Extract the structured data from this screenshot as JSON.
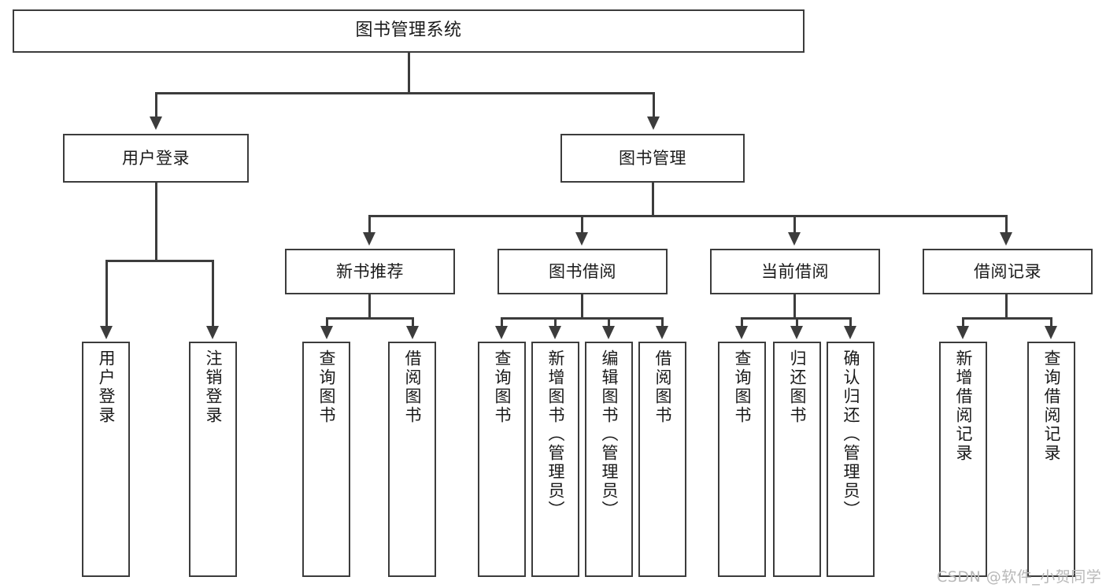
{
  "diagram": {
    "type": "tree",
    "title": "图书管理系统",
    "background_color": "#ffffff",
    "line_color": "#3c3c3c",
    "text_color": "#1a1a1a",
    "root": {
      "id": "root",
      "label": "图书管理系统"
    },
    "level2": [
      {
        "id": "user-login",
        "label": "用户登录"
      },
      {
        "id": "book-manage",
        "label": "图书管理"
      }
    ],
    "level3": [
      {
        "id": "new-book-rec",
        "label": "新书推荐"
      },
      {
        "id": "book-borrow",
        "label": "图书借阅"
      },
      {
        "id": "current-borrow",
        "label": "当前借阅"
      },
      {
        "id": "borrow-record",
        "label": "借阅记录"
      }
    ],
    "leaves": {
      "user_login": [
        {
          "id": "leaf-user-login",
          "label": "用户登录"
        },
        {
          "id": "leaf-user-logout",
          "label": "注销登录"
        }
      ],
      "new_book_rec": [
        {
          "id": "leaf-query-book-1",
          "label": "查询图书"
        },
        {
          "id": "leaf-borrow-book-1",
          "label": "借阅图书"
        }
      ],
      "book_borrow": [
        {
          "id": "leaf-query-book-2",
          "label": "查询图书"
        },
        {
          "id": "leaf-add-book",
          "label": "新增图书（管理员）"
        },
        {
          "id": "leaf-edit-book",
          "label": "编辑图书（管理员）"
        },
        {
          "id": "leaf-borrow-book-2",
          "label": "借阅图书"
        }
      ],
      "current_borrow": [
        {
          "id": "leaf-query-book-3",
          "label": "查询图书"
        },
        {
          "id": "leaf-return-book",
          "label": "归还图书"
        },
        {
          "id": "leaf-confirm-return",
          "label": "确认归还（管理员）"
        }
      ],
      "borrow_record": [
        {
          "id": "leaf-add-record",
          "label": "新增借阅记录"
        },
        {
          "id": "leaf-query-record",
          "label": "查询借阅记录"
        }
      ]
    }
  },
  "watermark": {
    "text": "CSDN @软件_小贺同学"
  }
}
